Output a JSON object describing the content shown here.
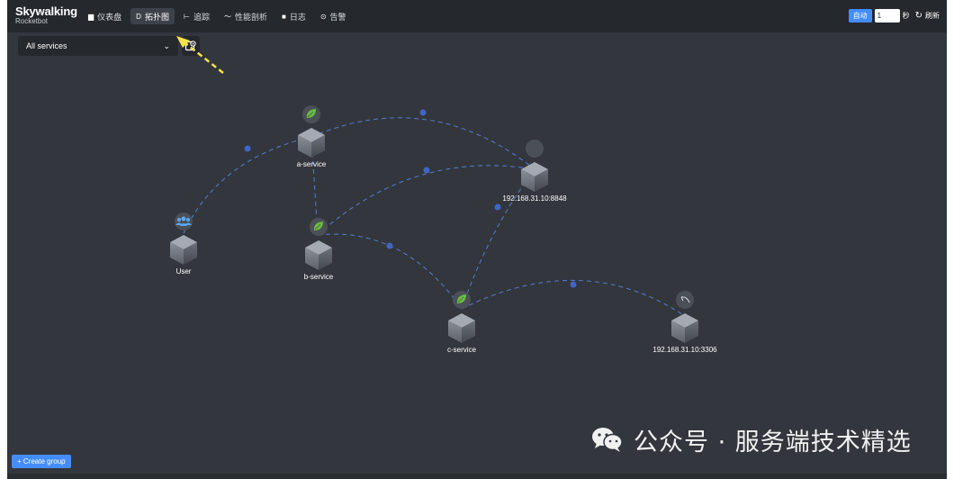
{
  "app": {
    "logo_title": "Skywalking",
    "logo_subtitle": "Rocketbot"
  },
  "nav": [
    {
      "label": "仪表盘",
      "icon": "dashboard-icon"
    },
    {
      "label": "拓扑图",
      "icon": "topology-icon",
      "active": true
    },
    {
      "label": "追踪",
      "icon": "trace-icon"
    },
    {
      "label": "性能剖析",
      "icon": "profile-icon"
    },
    {
      "label": "日志",
      "icon": "log-icon"
    },
    {
      "label": "告警",
      "icon": "alarm-icon"
    }
  ],
  "toolbar": {
    "auto_label": "自动",
    "interval_value": "1",
    "interval_unit": "秒",
    "refresh_label": "刷新"
  },
  "selector": {
    "value": "All services"
  },
  "topology": {
    "nodes": [
      {
        "id": "a",
        "label": "a-service",
        "icon": "spring-leaf-icon"
      },
      {
        "id": "user",
        "label": "User",
        "icon": "users-icon"
      },
      {
        "id": "b",
        "label": "b-service",
        "icon": "spring-leaf-icon"
      },
      {
        "id": "nacos",
        "label": "192.168.31.10:8848",
        "icon": "unknown-service-icon"
      },
      {
        "id": "c",
        "label": "c-service",
        "icon": "spring-leaf-icon"
      },
      {
        "id": "mysql",
        "label": "192.168.31.10:3306",
        "icon": "database-icon"
      }
    ],
    "edges": [
      [
        "user",
        "a"
      ],
      [
        "a",
        "nacos"
      ],
      [
        "a",
        "b"
      ],
      [
        "b",
        "nacos"
      ],
      [
        "b",
        "c"
      ],
      [
        "c",
        "nacos"
      ],
      [
        "c",
        "mysql"
      ]
    ]
  },
  "create_group_label": "+ Create group",
  "watermark": {
    "text": "公众号 · 服务端技术精选",
    "icon": "wechat-icon"
  },
  "colors": {
    "background": "#33363c",
    "topbar": "#25282d",
    "accent": "#448dfe",
    "edge": "#4f79c8",
    "node": "#62676f",
    "spring": "#6abf40",
    "arrow": "#f4e24b"
  }
}
